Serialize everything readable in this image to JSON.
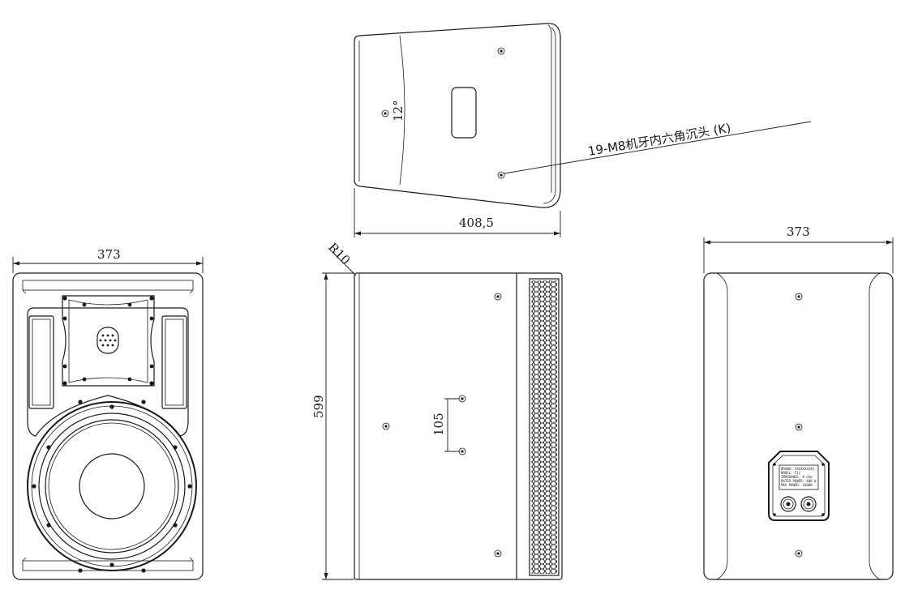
{
  "dimensions": {
    "front_width": "373",
    "rear_width": "373",
    "top_depth": "408,5",
    "side_height": "599",
    "mount_spacing": "105",
    "corner_radius": "R10",
    "tilt_angle": "12°"
  },
  "annotation": {
    "mount_callout": "19-M8机牙内六角沉头 (K)"
  },
  "nameplate": {
    "lines": [
      "BRAND: XXXXXXXXXX",
      "MODEL: F12",
      "IMPEDANCE:  8 ohm",
      "RATED POWER: 400 W",
      "MAX POWER:  1600W"
    ]
  },
  "colors": {
    "line": "#1a1a1a",
    "background": "#ffffff"
  }
}
